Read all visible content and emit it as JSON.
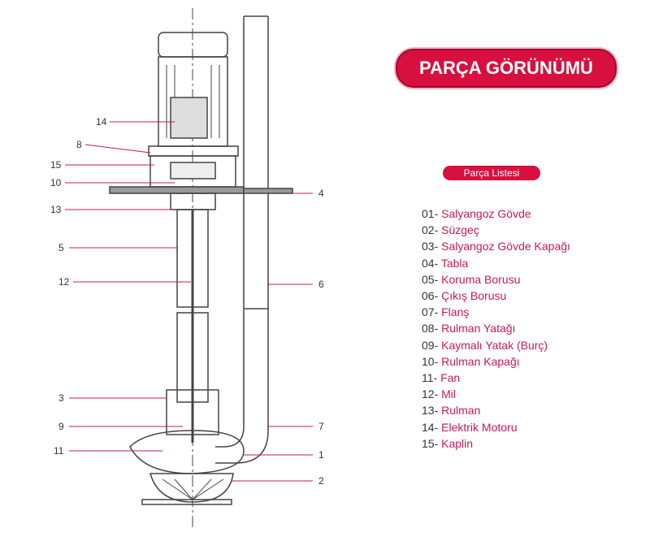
{
  "title": "PARÇA GÖRÜNÜMÜ",
  "list_title": "Parça Listesi",
  "parts": [
    {
      "num": "01-",
      "name": "Salyangoz Gövde"
    },
    {
      "num": "02-",
      "name": "Süzgeç"
    },
    {
      "num": "03-",
      "name": "Salyangoz Gövde Kapağı"
    },
    {
      "num": "04-",
      "name": "Tabla"
    },
    {
      "num": "05-",
      "name": "Koruma Borusu"
    },
    {
      "num": "06-",
      "name": "Çıkış Borusu"
    },
    {
      "num": "07-",
      "name": "Flanş"
    },
    {
      "num": "08-",
      "name": "Rulman Yatağı"
    },
    {
      "num": "09-",
      "name": "Kaymalı Yatak (Burç)"
    },
    {
      "num": "10-",
      "name": "Rulman Kapağı"
    },
    {
      "num": "11-",
      "name": "Fan"
    },
    {
      "num": "12-",
      "name": "Mil"
    },
    {
      "num": "13-",
      "name": "Rulman"
    },
    {
      "num": "14-",
      "name": "Elektrik Motoru"
    },
    {
      "num": "15-",
      "name": "Kaplin"
    }
  ],
  "callouts": {
    "c14": "14",
    "c8": "8",
    "c15": "15",
    "c10": "10",
    "c13": "13",
    "c5": "5",
    "c12": "12",
    "c3": "3",
    "c9": "9",
    "c11": "11",
    "c4": "4",
    "c6": "6",
    "c7": "7",
    "c1": "1",
    "c2": "2"
  },
  "colors": {
    "accent": "#d8103f",
    "part_text": "#c8185a"
  }
}
